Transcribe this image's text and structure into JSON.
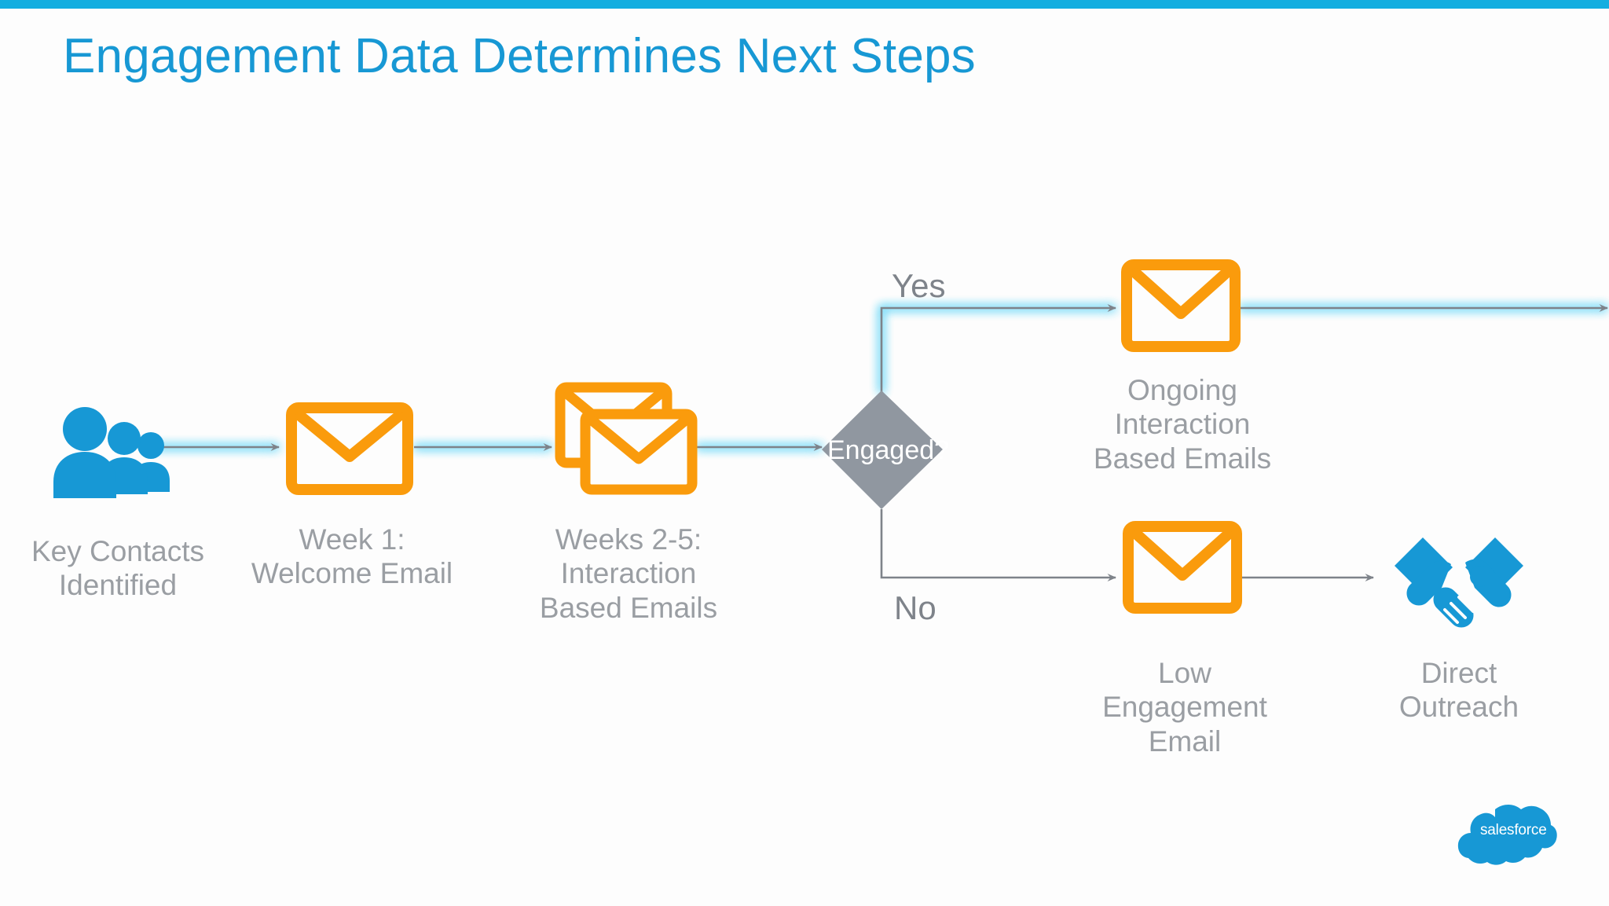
{
  "slide": {
    "title": "Engagement Data Determines Next Steps",
    "accent_bar_color": "#13AEE0",
    "background_color": "#fdfdfd"
  },
  "colors": {
    "title_blue": "#1798D4",
    "icon_blue": "#1798D5",
    "envelope_orange": "#FA9B0C",
    "label_gray": "#9a9ea3",
    "branch_label_gray": "#7e838a",
    "diamond_gray": "#9097A0",
    "connector_gray": "#7E838A",
    "glow_cyan": "#6FD8F7"
  },
  "flow": {
    "nodes": [
      {
        "id": "key-contacts",
        "icon": "people-group-icon",
        "label": "Key Contacts\nIdentified",
        "color": "#1798D5"
      },
      {
        "id": "welcome-email",
        "icon": "envelope-icon",
        "label": "Week 1:\nWelcome Email",
        "color": "#FA9B0C"
      },
      {
        "id": "interaction-emails",
        "icon": "stacked-envelopes-icon",
        "label": "Weeks 2-5:\nInteraction\nBased Emails",
        "color": "#FA9B0C"
      },
      {
        "id": "engaged-decision",
        "icon": "diamond-decision-icon",
        "label": "Engaged?",
        "color": "#9097A0"
      },
      {
        "id": "ongoing-emails",
        "icon": "envelope-icon",
        "label": "Ongoing\nInteraction\nBased Emails",
        "color": "#FA9B0C"
      },
      {
        "id": "low-engagement-email",
        "icon": "envelope-icon",
        "label": "Low\nEngagement\nEmail",
        "color": "#FA9B0C"
      },
      {
        "id": "direct-outreach",
        "icon": "handshake-icon",
        "label": "Direct\nOutreach",
        "color": "#1798D5"
      }
    ],
    "branches": {
      "yes": "Yes",
      "no": "No"
    },
    "decision_text": "Engaged?"
  },
  "branding": {
    "logo_name": "salesforce-cloud-logo",
    "wordmark": "salesforce",
    "logo_color": "#1798D5"
  }
}
